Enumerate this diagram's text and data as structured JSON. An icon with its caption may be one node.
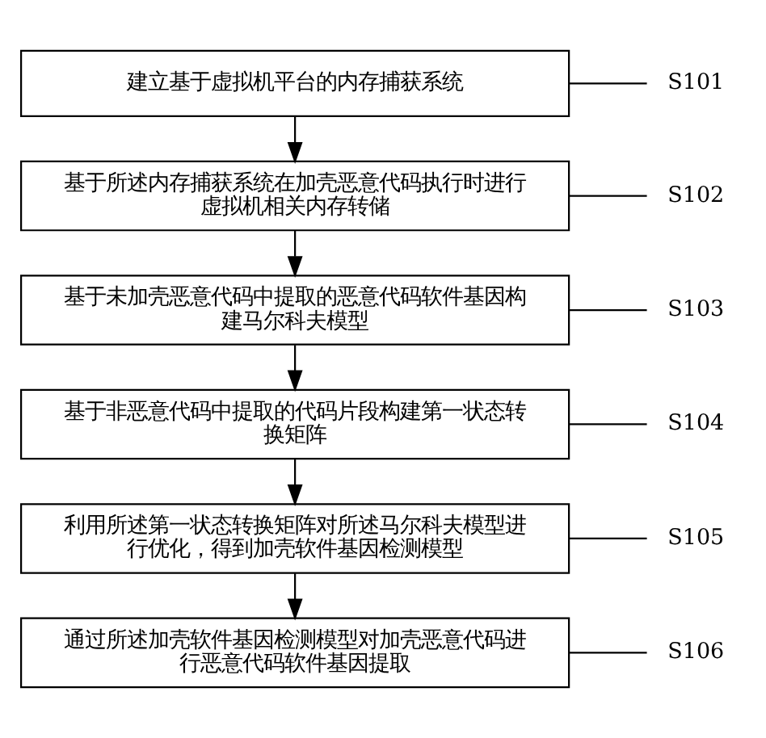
{
  "diagram": {
    "nodes": [
      {
        "text": [
          "建立基于虚拟机平台的内存捕获系统"
        ]
      },
      {
        "text": [
          "基于所述内存捕获系统在加壳恶意代码执行时进行虚拟机相关内存转储"
        ]
      },
      {
        "text": [
          "基于未加壳恶意代码中提取的恶意代码软件基因构建马尔科夫模型"
        ]
      },
      {
        "text": [
          "基于非恶意代码中提取的代码片段构建第一状态转换矩阵"
        ]
      },
      {
        "text": [
          "利用所述第一状态转换矩阵对所述马尔科夫模型进行优化，得到加壳软件基因检测模型"
        ]
      },
      {
        "text": [
          "通过所述加壳软件基因检测模型对加壳恶意代码进行恶意代码软件基因提取"
        ]
      },
      {
        "text": [
          "S101"
        ]
      },
      {
        "text": [
          "S102"
        ]
      },
      {
        "text": [
          "S103"
        ]
      },
      {
        "text": [
          "S104"
        ]
      },
      {
        "text": [
          "S105"
        ]
      },
      {
        "text": [
          "S106"
        ]
      }
    ],
    "edges": [
      {
        "from": 0,
        "to": 1,
        "arrow": "to"
      },
      {
        "from": 1,
        "to": 2,
        "arrow": "to"
      },
      {
        "from": 2,
        "to": 3,
        "arrow": "to"
      },
      {
        "from": 3,
        "to": 4,
        "arrow": "to"
      },
      {
        "from": 4,
        "to": 5,
        "arrow": "to"
      },
      {
        "from": 6,
        "to": 0,
        "arrow": "none"
      },
      {
        "from": 7,
        "to": 1,
        "arrow": "none"
      },
      {
        "from": 8,
        "to": 2,
        "arrow": "none"
      },
      {
        "from": 9,
        "to": 3,
        "arrow": "none"
      },
      {
        "from": 10,
        "to": 4,
        "arrow": "none"
      },
      {
        "from": 11,
        "to": 5,
        "arrow": "none"
      }
    ]
  }
}
